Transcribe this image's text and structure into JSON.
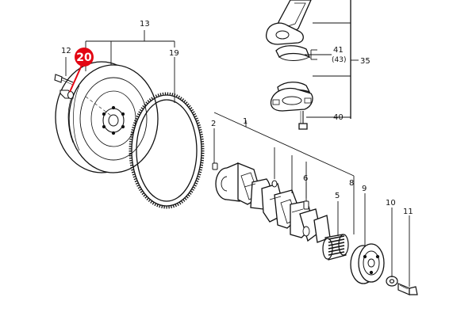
{
  "diagram": {
    "colors": {
      "line": "#111111",
      "highlight": "#e30613",
      "paper": "#ffffff"
    },
    "callouts": {
      "c13": "13",
      "c12": "12",
      "c20": "20",
      "c19": "19",
      "c1": "1",
      "c2": "2",
      "c6": "6",
      "c5": "5",
      "c8": "8",
      "c9": "9",
      "c10": "10",
      "c11": "11",
      "c41": "41",
      "c43": "(43)",
      "c35": "35",
      "c40": "40"
    },
    "parts": [
      "flywheel",
      "ring-gear",
      "crankshaft",
      "connecting-rod",
      "bearing-upper",
      "bearing-lower",
      "rod-cap",
      "rod-bolt",
      "pilot-bushing",
      "flywheel-bolt",
      "key",
      "crank-gear",
      "pulley",
      "washer",
      "pulley-bolt"
    ]
  }
}
